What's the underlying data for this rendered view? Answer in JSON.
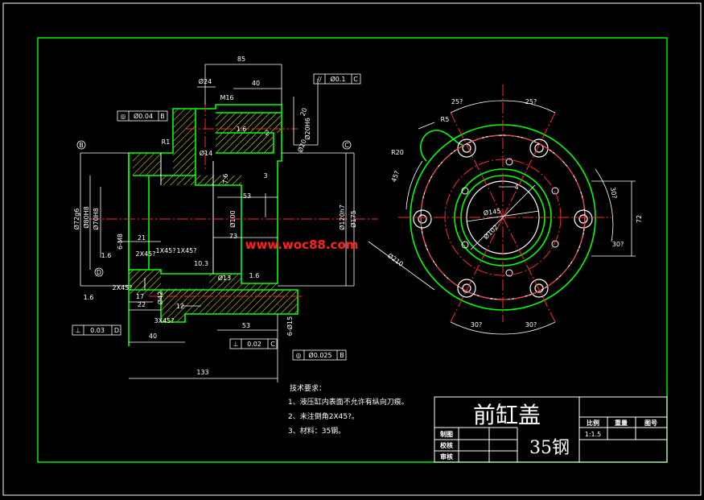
{
  "watermark": "www.woc88.com",
  "title_block": {
    "part_name": "前缸盖",
    "material": "35钢",
    "labels": {
      "drawn": "制图",
      "checked": "校核",
      "approved": "审核",
      "scale": "比例",
      "weight": "重量",
      "drawing_no": "图号"
    },
    "scale_value": "1:1.5"
  },
  "tech_requirements": {
    "heading": "技术要求：",
    "items": [
      "1、液压缸内表面不允许有纵向刀痕。",
      "2、未注倒角2X45?。",
      "3、材料：35钢。"
    ]
  },
  "datums": {
    "b": "B",
    "c": "C",
    "d": "D"
  },
  "tolerance_frames": [
    {
      "symbol": "◎",
      "value": "Ø0.04",
      "datum": "B"
    },
    {
      "symbol": "//",
      "value": "Ø0.1",
      "datum": "C"
    },
    {
      "symbol": "⊥",
      "value": "0.03",
      "datum": "D"
    },
    {
      "symbol": "⊥",
      "value": "0.02",
      "datum": "C"
    },
    {
      "symbol": "◎",
      "value": "Ø0.025",
      "datum": "B"
    }
  ],
  "section_view_dims": {
    "d85": "85",
    "d24": "Ø24",
    "d40": "40",
    "m16": "M16",
    "d16": "1.6",
    "d2": "2",
    "d20": "20",
    "d20h6": "Ø20H6",
    "d20b": "Ø20",
    "r1": "R1",
    "d14": "Ø14",
    "d75": "7.6",
    "d3": "3",
    "d53": "53",
    "d100": "Ø100",
    "d73": "73",
    "d72": "Ø72g6",
    "d80": "Ø80H8",
    "d70": "Ø70H8",
    "m8": "6-M8",
    "d21": "21",
    "cham1": "2X45?",
    "cham2": "1X45?",
    "cham3": "1X45?",
    "d103": "10.3",
    "d13": "Ø13",
    "d16b": "1.6",
    "d16c": "1.6",
    "d16d": "1.6",
    "d17": "17",
    "d22": "22",
    "d42": "Ø42",
    "d12": "12",
    "cham4": "2X45?",
    "cham5": "3X45?",
    "d40b": "40",
    "d53b": "53",
    "d615": "6-Ø15",
    "d133": "133",
    "d120": "Ø120h7",
    "d175": "Ø175"
  },
  "front_view_dims": {
    "a1": "25?",
    "a2": "25?",
    "r5": "R5",
    "r20": "R20",
    "a45": "45?",
    "a30r": "30?",
    "d72": "72",
    "a30b": "30?",
    "d145": "Ø145",
    "d102": "Ø102",
    "d210": "Ø210",
    "a30c": "30?",
    "a30d": "30?",
    "d4": "4"
  }
}
